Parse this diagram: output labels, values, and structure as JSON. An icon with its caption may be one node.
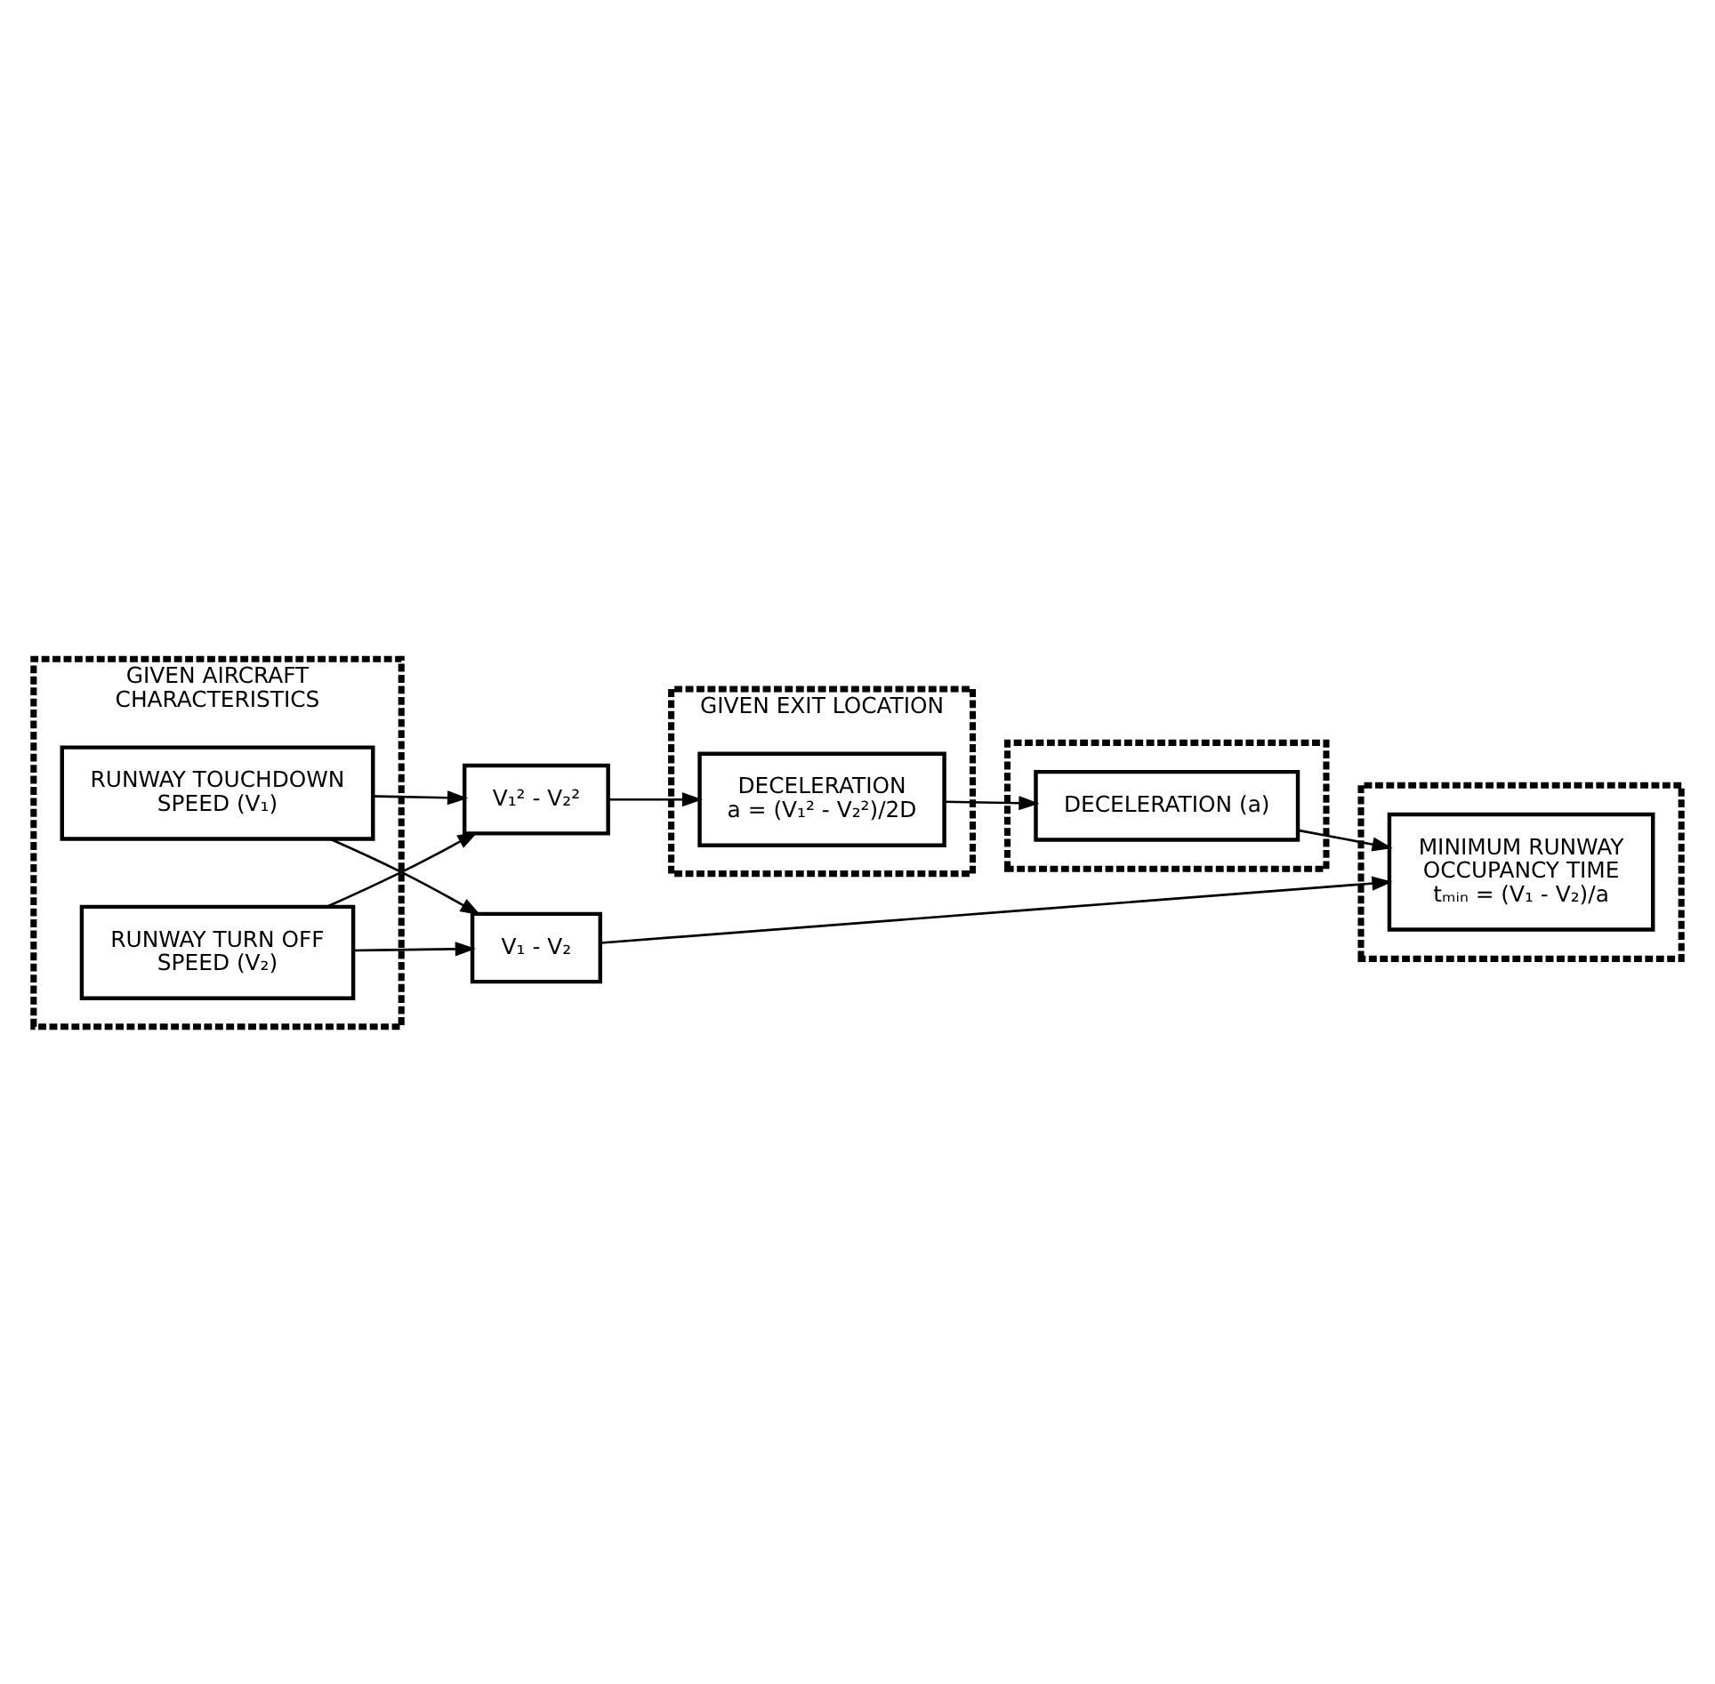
{
  "diagram": {
    "nodes": [
      {
        "text": [
          "GIVEN AIRCRAFT CHARACTERISTICS"
        ]
      },
      {
        "text": [
          "RUNWAY TOUCHDOWN SPEED (V₁)"
        ],
        "in": 0
      },
      {
        "text": [
          "RUNWAY TURN OFF SPEED (V₂)"
        ],
        "in": 0
      },
      {
        "text": [
          "V₁² - V₂²"
        ]
      },
      {
        "text": [
          "V₁ - V₂"
        ]
      },
      {
        "text": [
          "GIVEN EXIT LOCATION"
        ]
      },
      {
        "text": [
          "DECELERATION",
          "a = (V₁² - V₂²)/2D"
        ],
        "in": 5
      },
      {
        "text": [],
        "shape": "box"
      },
      {
        "text": [
          "DECELERATION (a)"
        ],
        "in": 7
      },
      {
        "text": [],
        "shape": "box"
      },
      {
        "text": [
          "MINIMUM RUNWAY OCCUPANCY TIME",
          "tₘᵢₙ = (V₁ - V₂)/a"
        ],
        "in": 9
      }
    ],
    "edges": [
      {
        "from": 1,
        "to": 3,
        "arrow": "to"
      },
      {
        "from": 1,
        "to": 4,
        "arrow": "to"
      },
      {
        "from": 2,
        "to": 3,
        "arrow": "to"
      },
      {
        "from": 2,
        "to": 4,
        "arrow": "to"
      },
      {
        "from": 3,
        "to": 6,
        "arrow": "to"
      },
      {
        "from": 6,
        "to": 8,
        "arrow": "to"
      },
      {
        "from": 8,
        "to": 10,
        "arrow": "to"
      },
      {
        "from": 4,
        "to": 10,
        "arrow": "to"
      }
    ]
  }
}
